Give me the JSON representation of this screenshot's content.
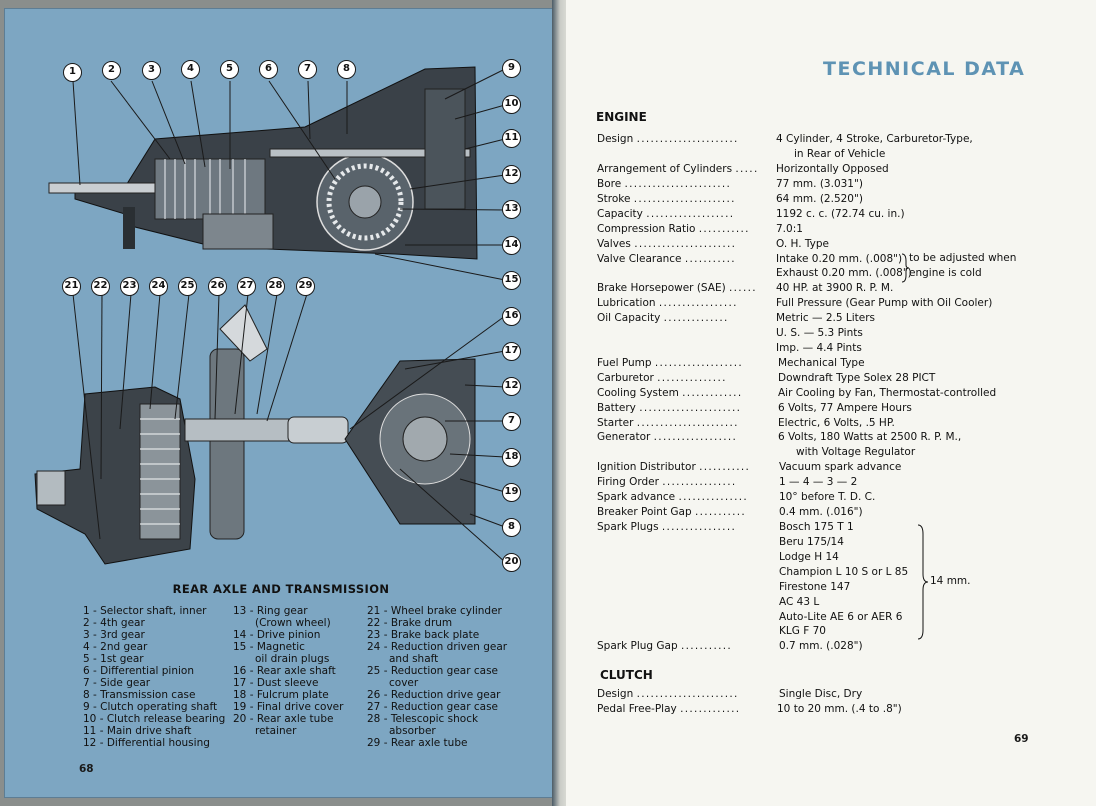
{
  "left_page": {
    "callouts_top": [
      "1",
      "2",
      "3",
      "4",
      "5",
      "6",
      "7",
      "8",
      "9",
      "10",
      "11",
      "12",
      "13",
      "14",
      "15"
    ],
    "callouts_bottom": [
      "21",
      "22",
      "23",
      "24",
      "25",
      "26",
      "27",
      "28",
      "29",
      "16",
      "17",
      "12",
      "7",
      "18",
      "19",
      "8",
      "20"
    ],
    "heading": "REAR AXLE AND TRANSMISSION",
    "legend_col1": [
      "1 - Selector shaft, inner",
      "2 - 4th gear",
      "3 - 3rd gear",
      "4 - 2nd gear",
      "5 - 1st gear",
      "6 - Differential pinion",
      "7 - Side gear",
      "8 - Transmission case",
      "9 - Clutch operating shaft",
      "10 - Clutch release bearing",
      "11 - Main drive shaft",
      "12 - Differential housing"
    ],
    "legend_col2": [
      "13 - Ring gear",
      "(Crown wheel)",
      "14 - Drive pinion",
      "15 - Magnetic",
      "oil drain plugs",
      "16 - Rear axle shaft",
      "17 - Dust sleeve",
      "18 - Fulcrum plate",
      "19 - Final drive cover",
      "20 - Rear axle tube",
      "retainer"
    ],
    "legend_col3": [
      "21 - Wheel brake cylinder",
      "22 - Brake drum",
      "23 - Brake back plate",
      "24 - Reduction driven gear",
      "and shaft",
      "25 - Reduction gear case",
      "cover",
      "26 - Reduction drive gear",
      "27 - Reduction gear case",
      "28 - Telescopic shock",
      "absorber",
      "29 - Rear axle tube"
    ],
    "page_number": "68"
  },
  "right_page": {
    "title": "TECHNICAL DATA",
    "engine_heading": "ENGINE",
    "engine_specs": [
      {
        "label": "Design",
        "value": "4 Cylinder, 4 Stroke, Carburetor-Type,"
      },
      {
        "label": "",
        "value": "in Rear of Vehicle"
      },
      {
        "label": "Arrangement of Cylinders",
        "value": "Horizontally Opposed"
      },
      {
        "label": "Bore",
        "value": "77 mm. (3.031\")"
      },
      {
        "label": "Stroke",
        "value": "64 mm. (2.520\")"
      },
      {
        "label": "Capacity",
        "value": "1192 c. c. (72.74 cu. in.)"
      },
      {
        "label": "Compression Ratio",
        "value": "7.0:1"
      },
      {
        "label": "Valves",
        "value": "O. H. Type"
      },
      {
        "label": "Valve Clearance",
        "value": "Intake 0.20 mm. (.008\")"
      },
      {
        "label": "",
        "value": "Exhaust 0.20 mm. (.008\")"
      },
      {
        "label": "Brake Horsepower (SAE)",
        "value": "40 HP. at 3900 R. P. M."
      },
      {
        "label": "Lubrication",
        "value": "Full Pressure (Gear Pump with Oil Cooler)"
      },
      {
        "label": "Oil Capacity",
        "value": "Metric — 2.5 Liters"
      },
      {
        "label": "",
        "value": "U. S. — 5.3 Pints"
      },
      {
        "label": "",
        "value": "Imp. — 4.4 Pints"
      },
      {
        "label": "Fuel Pump",
        "value": "Mechanical Type"
      },
      {
        "label": "Carburetor",
        "value": "Downdraft Type Solex 28 PICT"
      },
      {
        "label": "Cooling System",
        "value": "Air Cooling by Fan, Thermostat-controlled"
      },
      {
        "label": "Battery",
        "value": "6 Volts, 77 Ampere Hours"
      },
      {
        "label": "Starter",
        "value": "Electric, 6 Volts, .5 HP."
      },
      {
        "label": "Generator",
        "value": "6 Volts, 180 Watts at 2500 R. P. M.,"
      },
      {
        "label": "",
        "value": "with Voltage Regulator"
      },
      {
        "label": "Ignition Distributor",
        "value": "Vacuum spark advance"
      },
      {
        "label": "Firing Order",
        "value": "1 — 4 — 3 — 2"
      },
      {
        "label": "Spark advance",
        "value": "10° before T. D. C."
      },
      {
        "label": "Breaker Point Gap",
        "value": "0.4 mm. (.016\")"
      },
      {
        "label": "Spark Plugs",
        "value": "Bosch 175 T 1"
      },
      {
        "label": "",
        "value": "Beru 175/14"
      },
      {
        "label": "",
        "value": "Lodge H 14"
      },
      {
        "label": "",
        "value": "Champion L 10 S or L 85"
      },
      {
        "label": "",
        "value": "Firestone 147"
      },
      {
        "label": "",
        "value": "AC 43 L"
      },
      {
        "label": "",
        "value": "Auto-Lite AE 6 or AER 6"
      },
      {
        "label": "",
        "value": "KLG F 70"
      },
      {
        "label": "Spark Plug Gap",
        "value": "0.7 mm. (.028\")"
      }
    ],
    "valve_note_line1": "to be adjusted when",
    "valve_note_line2": "engine is cold",
    "plug_size_note": "14 mm.",
    "clutch_heading": "CLUTCH",
    "clutch_specs": [
      {
        "label": "Design",
        "value": "Single Disc, Dry"
      },
      {
        "label": "Pedal Free-Play",
        "value": "10 to 20 mm. (.4 to .8\")"
      }
    ],
    "page_number": "69"
  },
  "colors": {
    "left_page_bg": "#7da6c2",
    "title_blue": "#5e93b4",
    "right_page_bg": "#f6f6f1"
  }
}
